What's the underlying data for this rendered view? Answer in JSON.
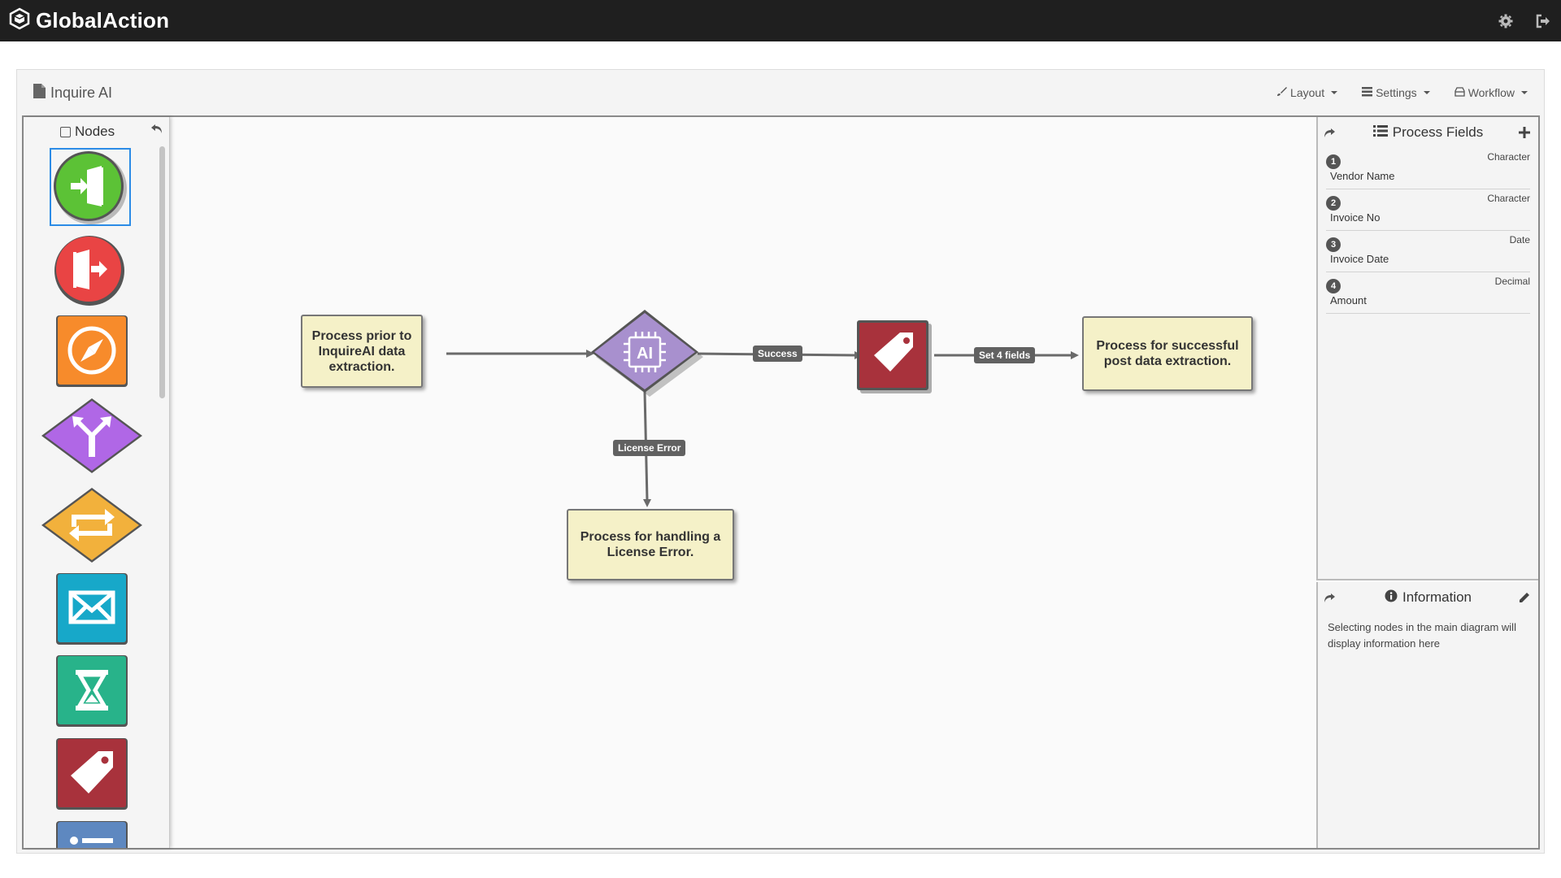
{
  "app": {
    "name": "GlobalAction"
  },
  "page": {
    "title": "Inquire AI"
  },
  "toolbar": {
    "layout": "Layout",
    "settings": "Settings",
    "workflow": "Workflow"
  },
  "palette": {
    "title": "Nodes",
    "items": [
      {
        "icon": "entry-icon",
        "color": "#5cc236"
      },
      {
        "icon": "exit-icon",
        "color": "#e94444"
      },
      {
        "icon": "compass-icon",
        "color": "#f78b2b"
      },
      {
        "icon": "split-arrows-icon",
        "color": "#b067e6"
      },
      {
        "icon": "loop-icon",
        "color": "#f2b13c"
      },
      {
        "icon": "envelope-icon",
        "color": "#17a8c9"
      },
      {
        "icon": "hourglass-icon",
        "color": "#28b38a"
      },
      {
        "icon": "tag-icon",
        "color": "#a8323c"
      },
      {
        "icon": "form-icon",
        "color": "#5e88c0"
      }
    ]
  },
  "diagram": {
    "nodes": {
      "prior": "Process prior to InquireAI data extraction.",
      "ai": "AI",
      "success_proc": "Process for successful post data extraction.",
      "error_proc": "Process for handling a License Error."
    },
    "edges": {
      "success": "Success",
      "set_fields": "Set 4 fields",
      "license_error": "License Error"
    }
  },
  "process_fields": {
    "title": "Process Fields",
    "fields": [
      {
        "num": "1",
        "name": "Vendor Name",
        "type": "Character"
      },
      {
        "num": "2",
        "name": "Invoice No",
        "type": "Character"
      },
      {
        "num": "3",
        "name": "Invoice Date",
        "type": "Date"
      },
      {
        "num": "4",
        "name": "Amount",
        "type": "Decimal"
      }
    ]
  },
  "information": {
    "title": "Information",
    "text": "Selecting nodes in the main diagram will display information here"
  }
}
